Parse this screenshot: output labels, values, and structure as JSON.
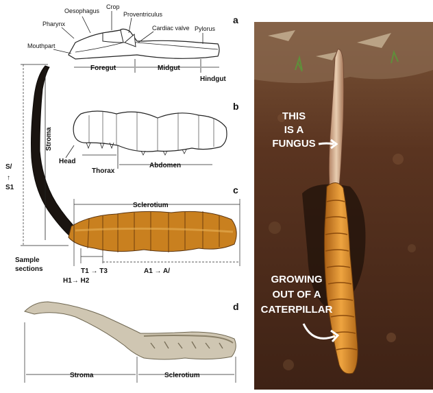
{
  "panel_letters": {
    "a": "a",
    "b": "b",
    "c": "c",
    "d": "d"
  },
  "gut": {
    "pharynx": "Pharynx",
    "oesophagus": "Oesophagus",
    "crop": "Crop",
    "proventriculus": "Proventriculus",
    "cardiac_valve": "Cardiac valve",
    "pylorus": "Pylorus",
    "mouthpart": "Mouthpart",
    "foregut": "Foregut",
    "midgut": "Midgut",
    "hindgut": "Hindgut"
  },
  "larva": {
    "head": "Head",
    "thorax": "Thorax",
    "abdomen": "Abdomen"
  },
  "specimen": {
    "stroma": "Stroma",
    "s_top": "S/",
    "s_arrow": "↑",
    "s_bottom": "S1",
    "sclerotium": "Sclerotium",
    "sample_1": "Sample",
    "sample_2": "sections",
    "h_label": "H1→ H2",
    "t_label": "T1 → T3",
    "a_label": "A1 → A/"
  },
  "model": {
    "stroma": "Stroma",
    "sclerotium": "Sclerotium"
  },
  "photo": {
    "line1": "THIS",
    "line2": "IS A",
    "line3": "FUNGUS",
    "line4": "GROWING",
    "line5": "OUT OF A",
    "line6": "CATERPILLAR"
  },
  "colors": {
    "soil": "#5a3420",
    "caterpillar": "#d98a2a",
    "stalk": "#e3c6a6",
    "sclerotium": "#b8761e"
  }
}
